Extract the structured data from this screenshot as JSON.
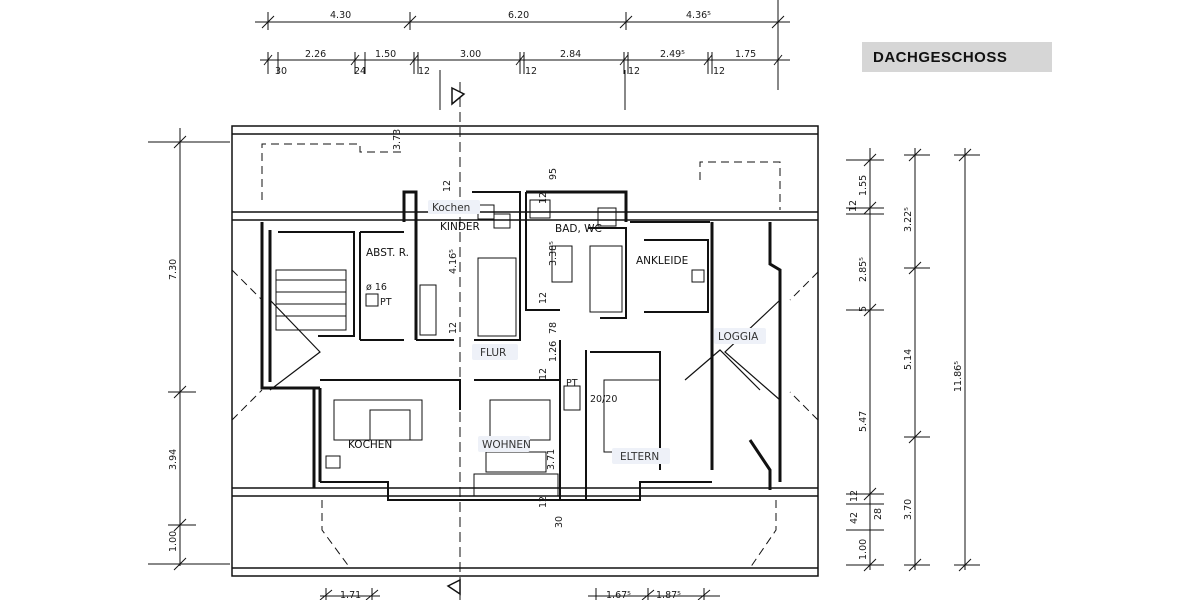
{
  "title": "DACHGESCHOSS",
  "rooms": {
    "kochen_small": "Kochen",
    "kinder": "KINDER",
    "bad_wc": "BAD, WC",
    "abst_r": "ABST. R.",
    "ankleide": "ANKLEIDE",
    "loggia": "LOGGIA",
    "flur": "FLUR",
    "kochen": "KOCHEN",
    "wohnen": "WOHNEN",
    "eltern": "ELTERN"
  },
  "labels": {
    "pt_1": "PT",
    "pt_2": "PT",
    "flue_1": "ø 16",
    "flue_2": "20/20"
  },
  "dims": {
    "top_row1": [
      "4.30",
      "6.20",
      "4.36⁵"
    ],
    "top_row2": [
      "30",
      "2.26",
      "24",
      "1.50",
      "12",
      "3.00",
      "12",
      "2.84",
      "12",
      "2.49⁵",
      "12",
      "1.75"
    ],
    "left": [
      "7.30",
      "3.94",
      "1.00"
    ],
    "right_inner": [
      "1.55",
      "3.22⁵",
      "2.85⁵",
      "5",
      "5.14",
      "5.47",
      "12",
      "28",
      "42",
      "1.00",
      "3.70"
    ],
    "right_outer": "11.86⁵",
    "inner": [
      "12",
      "4.16⁵",
      "12",
      "3.38⁵",
      "95",
      "12",
      "1.26",
      "78",
      "12",
      "12",
      "3.71",
      "12",
      "30",
      "3.73",
      "12"
    ],
    "bottom": [
      "1.71",
      "1.67⁵",
      "1.87⁵"
    ]
  }
}
